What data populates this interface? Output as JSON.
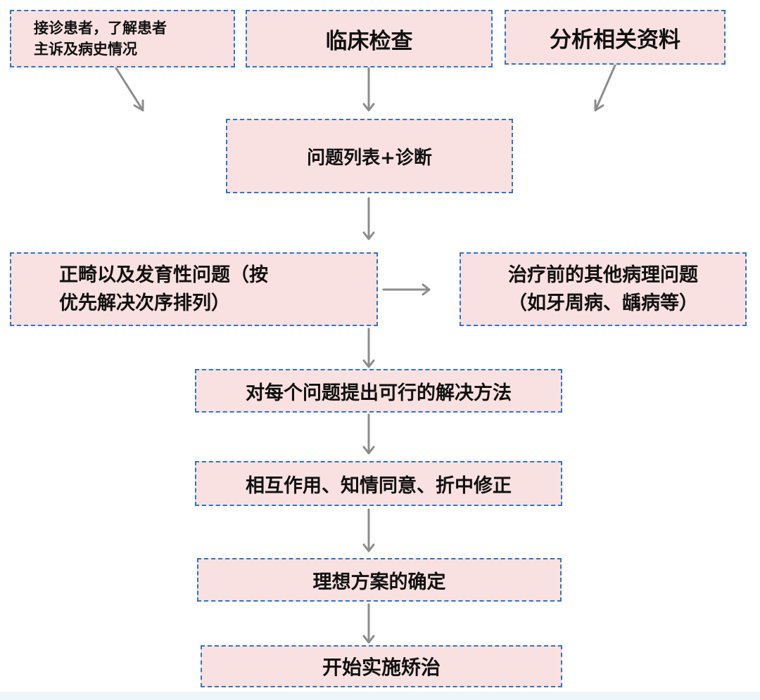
{
  "nodes": {
    "intake": {
      "line1": "接诊患者，了解患者",
      "line2": "主诉及病史情况"
    },
    "exam": {
      "label": "临床检查"
    },
    "analysis": {
      "label": "分析相关资料"
    },
    "problems": {
      "label": "问题列表+诊断"
    },
    "malocclusion": {
      "line1": "正畸以及发育性问题（按",
      "line2": "优先解决次序排列）"
    },
    "pathology": {
      "line1": "治疗前的其他病理问题",
      "line2": "（如牙周病、龋病等）"
    },
    "solutions": {
      "label": "对每个问题提出可行的解决方法"
    },
    "interaction": {
      "label": "相互作用、知情同意、折中修正"
    },
    "ideal": {
      "label": "理想方案的确定"
    },
    "start": {
      "label": "开始实施矫治"
    }
  },
  "colors": {
    "box_fill": "#f9e1e1",
    "box_border": "#2e75c2",
    "arrow": "#8c8c8c",
    "text": "#111111"
  }
}
